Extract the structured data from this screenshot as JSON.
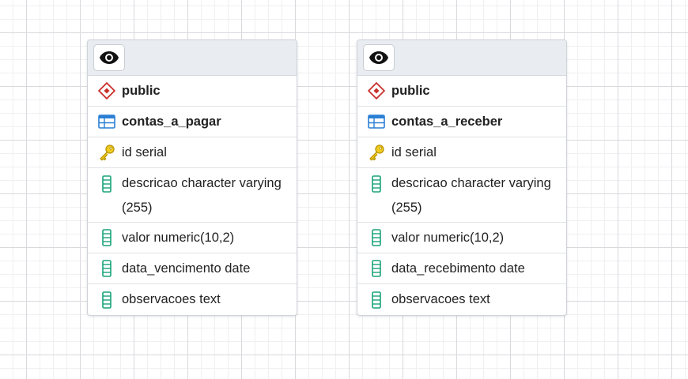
{
  "tables": [
    {
      "header_icon": "eye-icon",
      "schema": {
        "icon": "schema-diamond-icon",
        "label": "public"
      },
      "table": {
        "icon": "table-grid-icon",
        "label": "contas_a_pagar"
      },
      "columns": [
        {
          "icon": "key-icon",
          "text": "id serial"
        },
        {
          "icon": "column-icon",
          "text": "descricao character varying(255)"
        },
        {
          "icon": "column-icon",
          "text": "valor numeric(10,2)"
        },
        {
          "icon": "column-icon",
          "text": "data_vencimento date"
        },
        {
          "icon": "column-icon",
          "text": "observacoes text"
        }
      ]
    },
    {
      "header_icon": "eye-icon",
      "schema": {
        "icon": "schema-diamond-icon",
        "label": "public"
      },
      "table": {
        "icon": "table-grid-icon",
        "label": "contas_a_receber"
      },
      "columns": [
        {
          "icon": "key-icon",
          "text": "id serial"
        },
        {
          "icon": "column-icon",
          "text": "descricao character varying(255)"
        },
        {
          "icon": "column-icon",
          "text": "valor numeric(10,2)"
        },
        {
          "icon": "column-icon",
          "text": "data_recebimento date"
        },
        {
          "icon": "column-icon",
          "text": "observacoes text"
        }
      ]
    }
  ],
  "colors": {
    "schema_icon": "#c9302c",
    "table_icon": "#2a7fd4",
    "key_icon": "#e3b800",
    "column_icon": "#1aa37a"
  }
}
